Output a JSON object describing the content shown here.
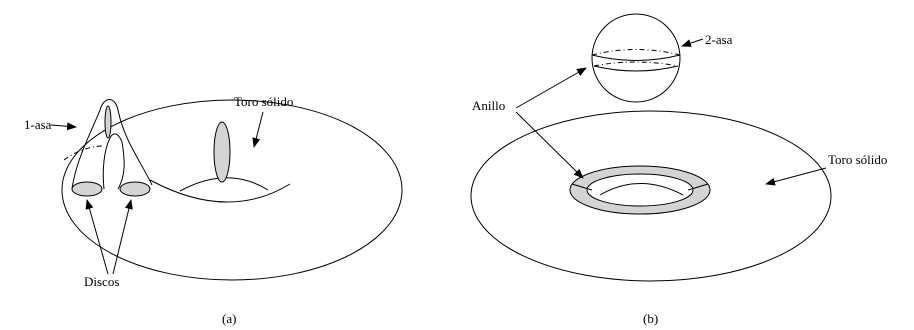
{
  "panel_a": {
    "label_handle": "1-asa",
    "label_solid_torus": "Toro sólido",
    "label_discs": "Discos",
    "caption": "(a)"
  },
  "panel_b": {
    "label_handle": "2-asa",
    "label_ring": "Anillo",
    "label_solid_torus": "Toro sólido",
    "caption": "(b)"
  },
  "colors": {
    "stroke": "#000000",
    "fill_grey": "#d4d4d4",
    "background": "#ffffff"
  }
}
